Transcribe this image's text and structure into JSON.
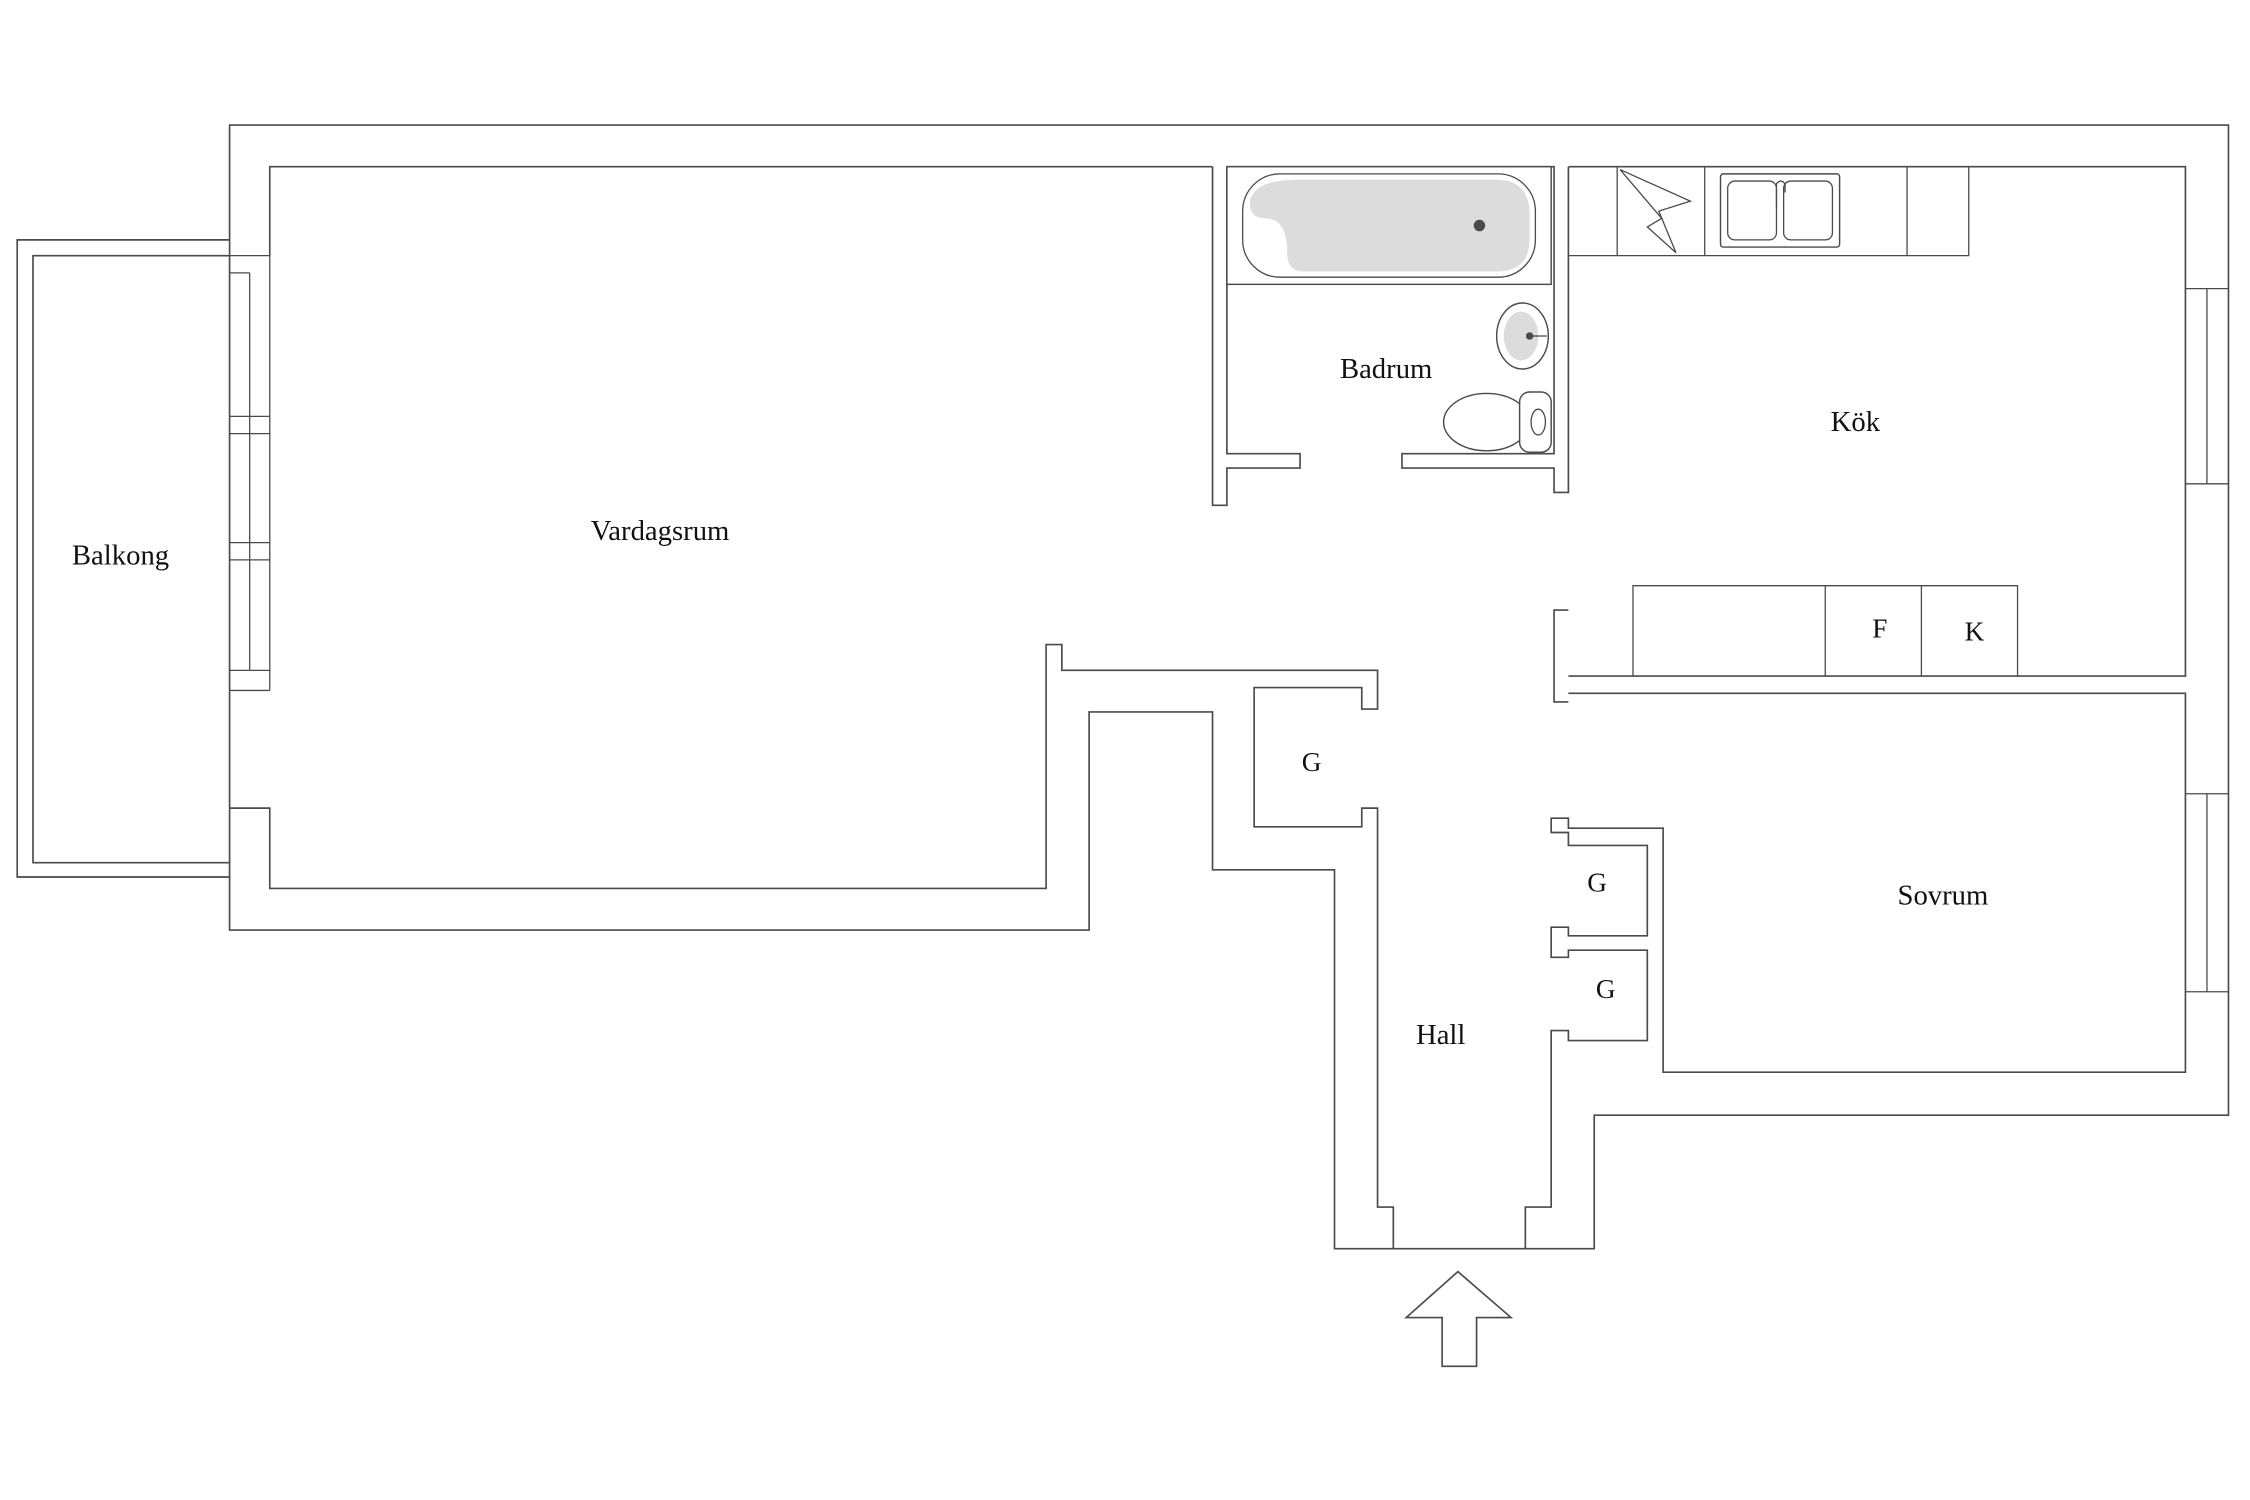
{
  "rooms": {
    "balcony": "Balkong",
    "living_room": "Vardagsrum",
    "bathroom": "Badrum",
    "kitchen": "Kök",
    "bedroom": "Sovrum",
    "hall": "Hall"
  },
  "appliances": {
    "fridge": "F",
    "freezer": "K"
  },
  "closets": [
    "G",
    "G",
    "G"
  ],
  "colors": {
    "wall_line": "#4a4a4a",
    "background": "#ffffff",
    "fixture_fill": "#dcdcdc"
  }
}
